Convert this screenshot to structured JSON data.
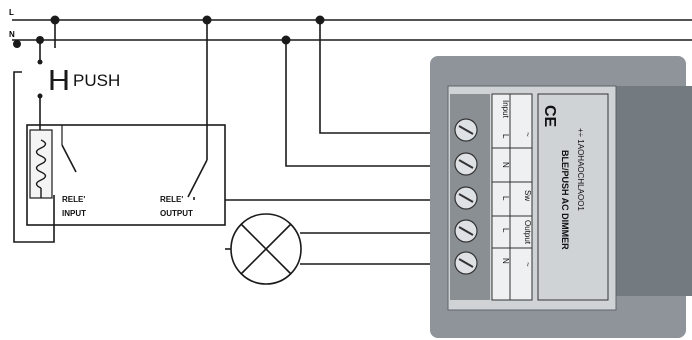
{
  "lines": {
    "line_label": "L",
    "neutral_label": "N"
  },
  "push_label": "PUSH",
  "relay": {
    "input_label_1": "RELE'",
    "input_label_2": "INPUT",
    "output_label_1": "RELE'",
    "output_label_2": "OUTPUT"
  },
  "module": {
    "ce_mark": "CE",
    "title": "BLE/PUSH AC DIMMER",
    "subtitle": "+÷ 1AOHAOCHLAOO1",
    "terminal_groups": [
      {
        "name": "Input",
        "pins": [
          "L",
          "N"
        ]
      },
      {
        "name": "Sw",
        "pins": [
          "L"
        ]
      },
      {
        "name": "Output",
        "pins": [
          "L",
          "N"
        ]
      }
    ],
    "tilde": "~"
  },
  "colors": {
    "wire": "#1a1a1a",
    "module_body": "#8e9499",
    "module_face": "#cfd3d6",
    "module_dark": "#6f757a"
  }
}
